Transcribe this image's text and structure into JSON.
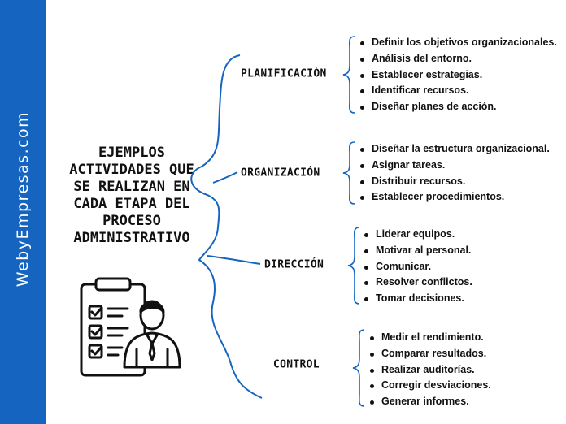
{
  "sidebar": {
    "watermark": "WebyEmpresas.com"
  },
  "title": {
    "lines": [
      "EJEMPLOS",
      "ACTIVIDADES QUE",
      "SE REALIZAN EN",
      "CADA ETAPA DEL",
      "PROCESO",
      "ADMINISTRATIVO"
    ]
  },
  "icon": {
    "name": "checklist-manager-icon"
  },
  "colors": {
    "accent": "#1565c0",
    "connector": "#1565c0",
    "text": "#111111"
  },
  "stages": [
    {
      "label": "PLANIFICACIÓN",
      "items": [
        "Definir los objetivos organizacionales.",
        "Análisis del entorno.",
        "Establecer estrategias.",
        "Identificar recursos.",
        "Diseñar planes de acción."
      ]
    },
    {
      "label": "ORGANIZACIÓN",
      "items": [
        "Diseñar la estructura organizacional.",
        "Asignar tareas.",
        "Distribuir recursos.",
        "Establecer procedimientos."
      ]
    },
    {
      "label": "DIRECCIÓN",
      "items": [
        "Liderar equipos.",
        "Motivar al personal.",
        "Comunicar.",
        "Resolver conflictos.",
        "Tomar decisiones."
      ]
    },
    {
      "label": "CONTROL",
      "items": [
        "Medir el rendimiento.",
        "Comparar resultados.",
        "Realizar auditorías.",
        "Corregir desviaciones.",
        "Generar informes."
      ]
    }
  ]
}
